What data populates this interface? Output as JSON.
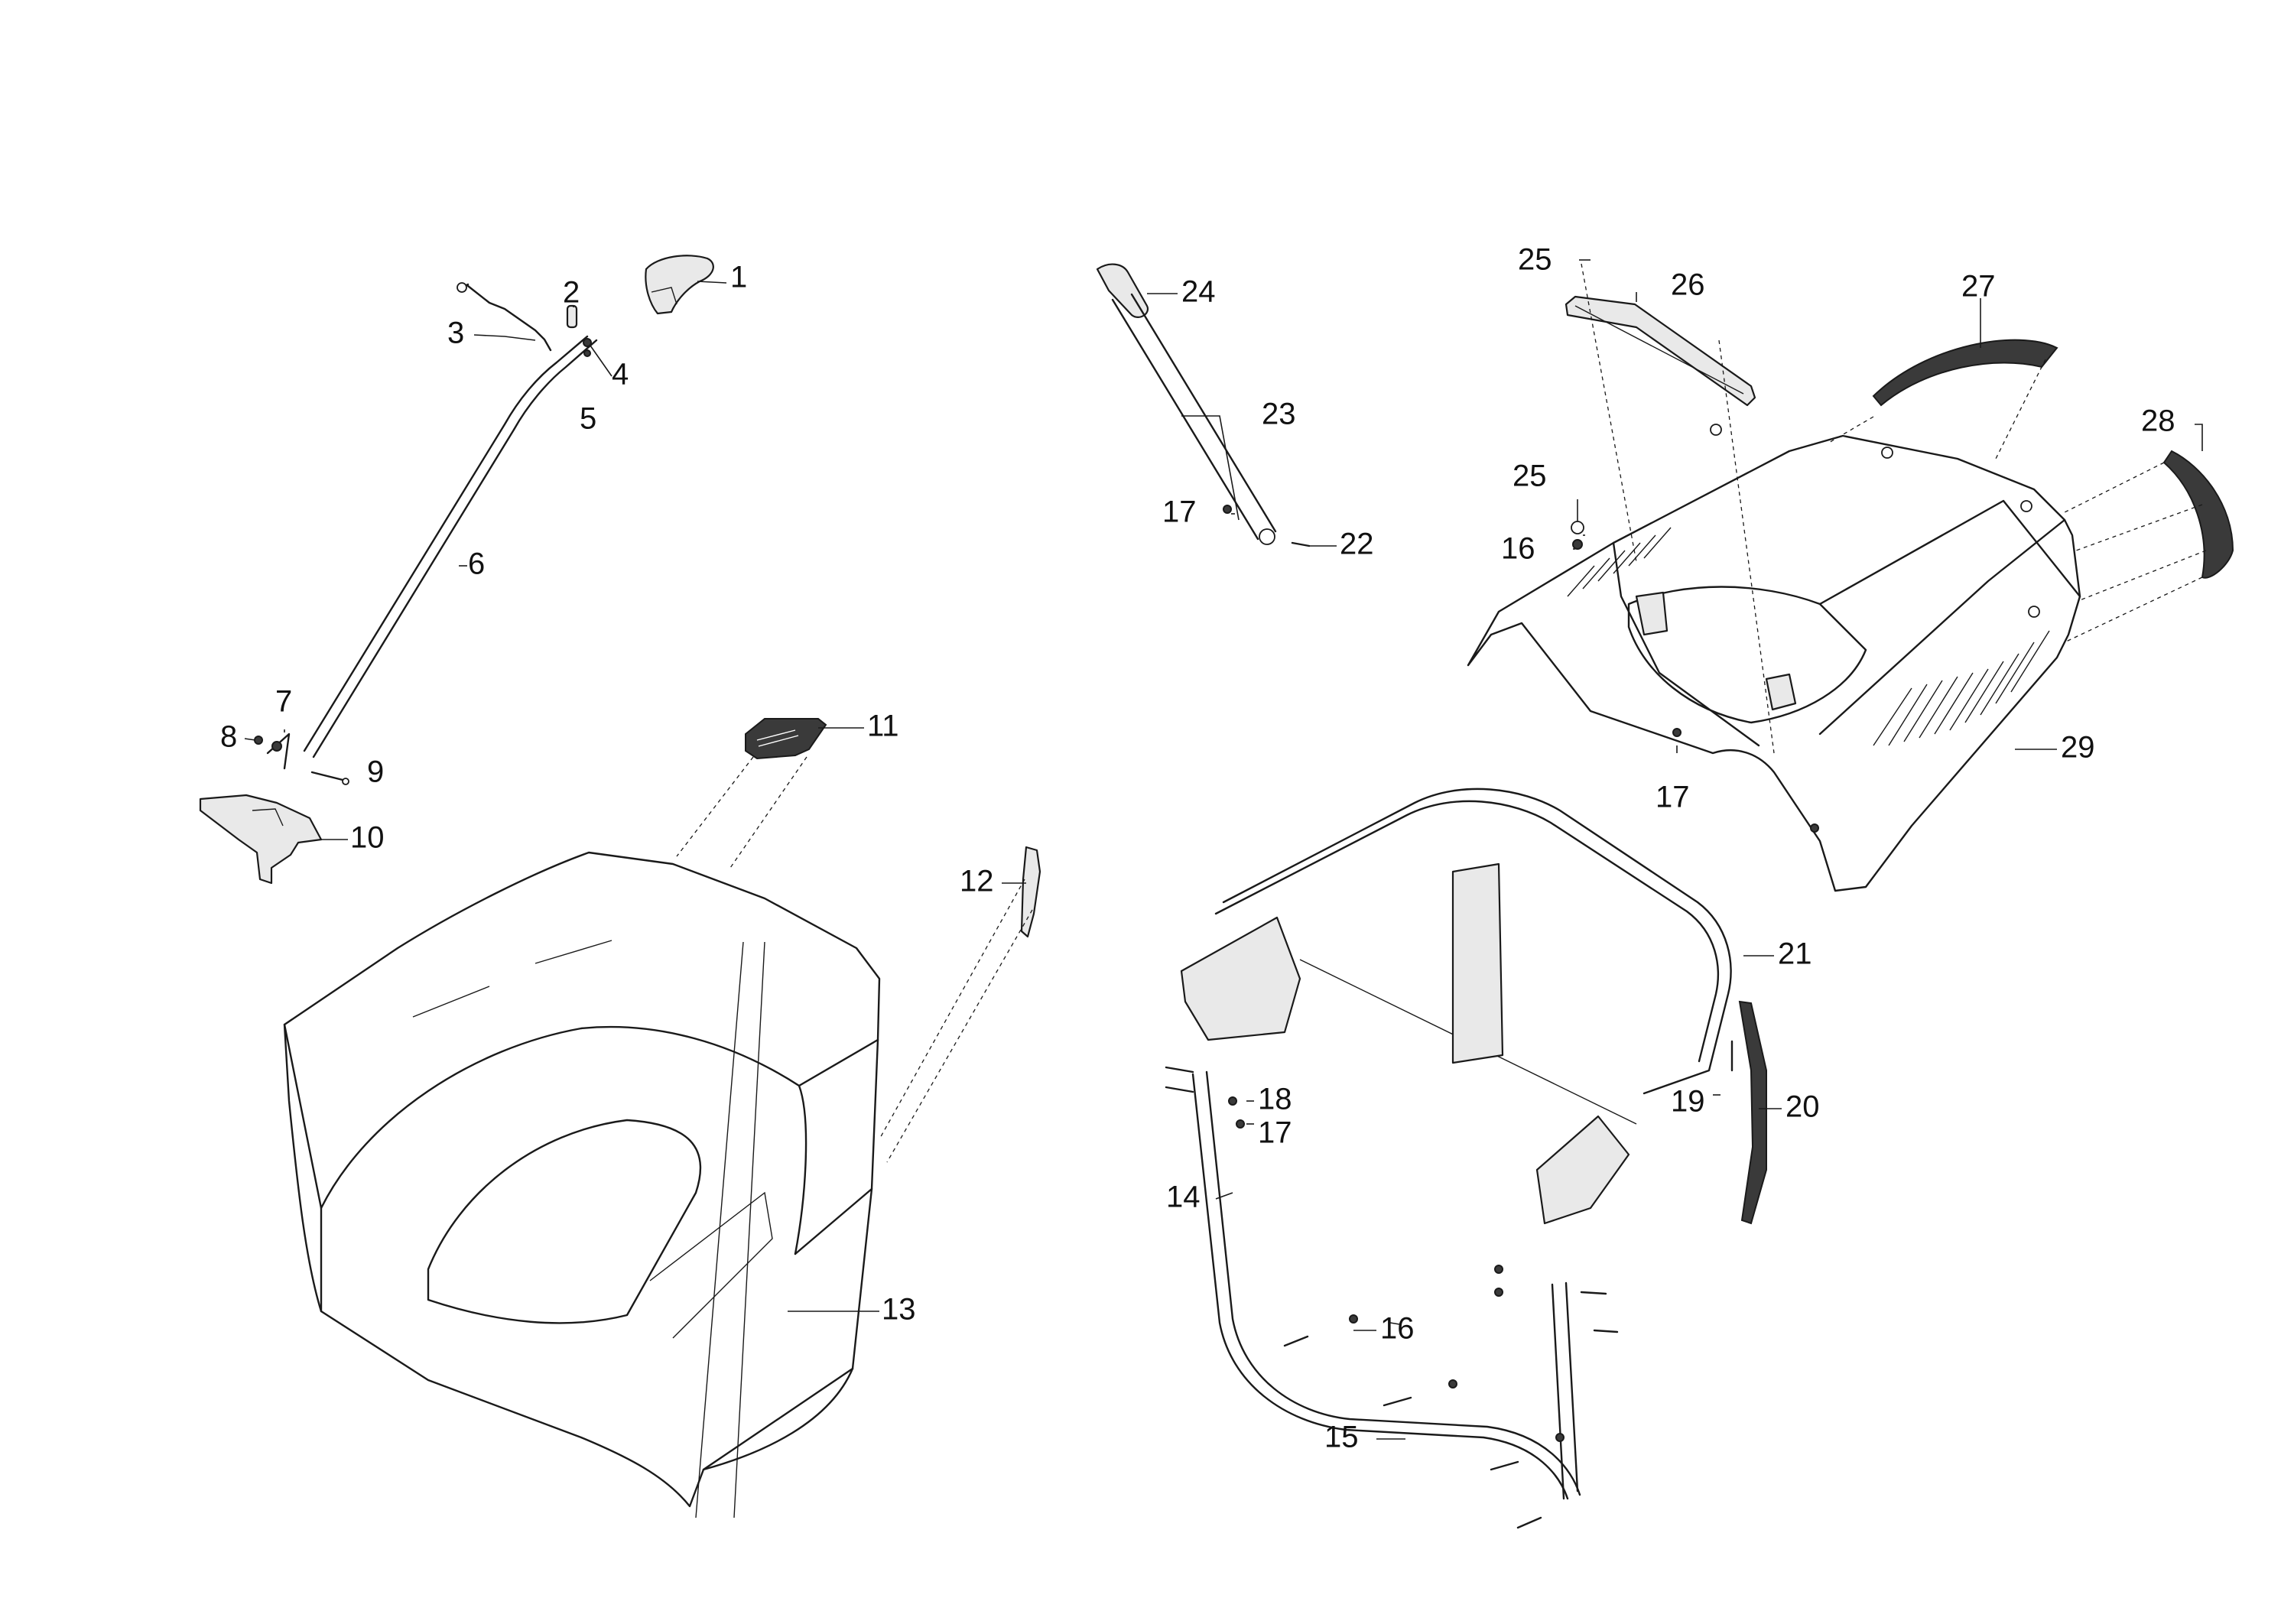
{
  "callouts": [
    {
      "id": "c1",
      "label": "1"
    },
    {
      "id": "c2",
      "label": "2"
    },
    {
      "id": "c3",
      "label": "3"
    },
    {
      "id": "c4",
      "label": "4"
    },
    {
      "id": "c5",
      "label": "5"
    },
    {
      "id": "c6",
      "label": "6"
    },
    {
      "id": "c7",
      "label": "7"
    },
    {
      "id": "c8",
      "label": "8"
    },
    {
      "id": "c9",
      "label": "9"
    },
    {
      "id": "c10",
      "label": "10"
    },
    {
      "id": "c11",
      "label": "11"
    },
    {
      "id": "c12",
      "label": "12"
    },
    {
      "id": "c13",
      "label": "13"
    },
    {
      "id": "c14",
      "label": "14"
    },
    {
      "id": "c15",
      "label": "15"
    },
    {
      "id": "c16a",
      "label": "16"
    },
    {
      "id": "c16b",
      "label": "16"
    },
    {
      "id": "c17a",
      "label": "17"
    },
    {
      "id": "c17b",
      "label": "17"
    },
    {
      "id": "c17c",
      "label": "17"
    },
    {
      "id": "c18",
      "label": "18"
    },
    {
      "id": "c19",
      "label": "19"
    },
    {
      "id": "c20",
      "label": "20"
    },
    {
      "id": "c21",
      "label": "21"
    },
    {
      "id": "c22",
      "label": "22"
    },
    {
      "id": "c23",
      "label": "23"
    },
    {
      "id": "c24",
      "label": "24"
    },
    {
      "id": "c25a",
      "label": "25"
    },
    {
      "id": "c25b",
      "label": "25"
    },
    {
      "id": "c26",
      "label": "26"
    },
    {
      "id": "c27",
      "label": "27"
    },
    {
      "id": "c28",
      "label": "28"
    },
    {
      "id": "c29",
      "label": "29"
    }
  ]
}
